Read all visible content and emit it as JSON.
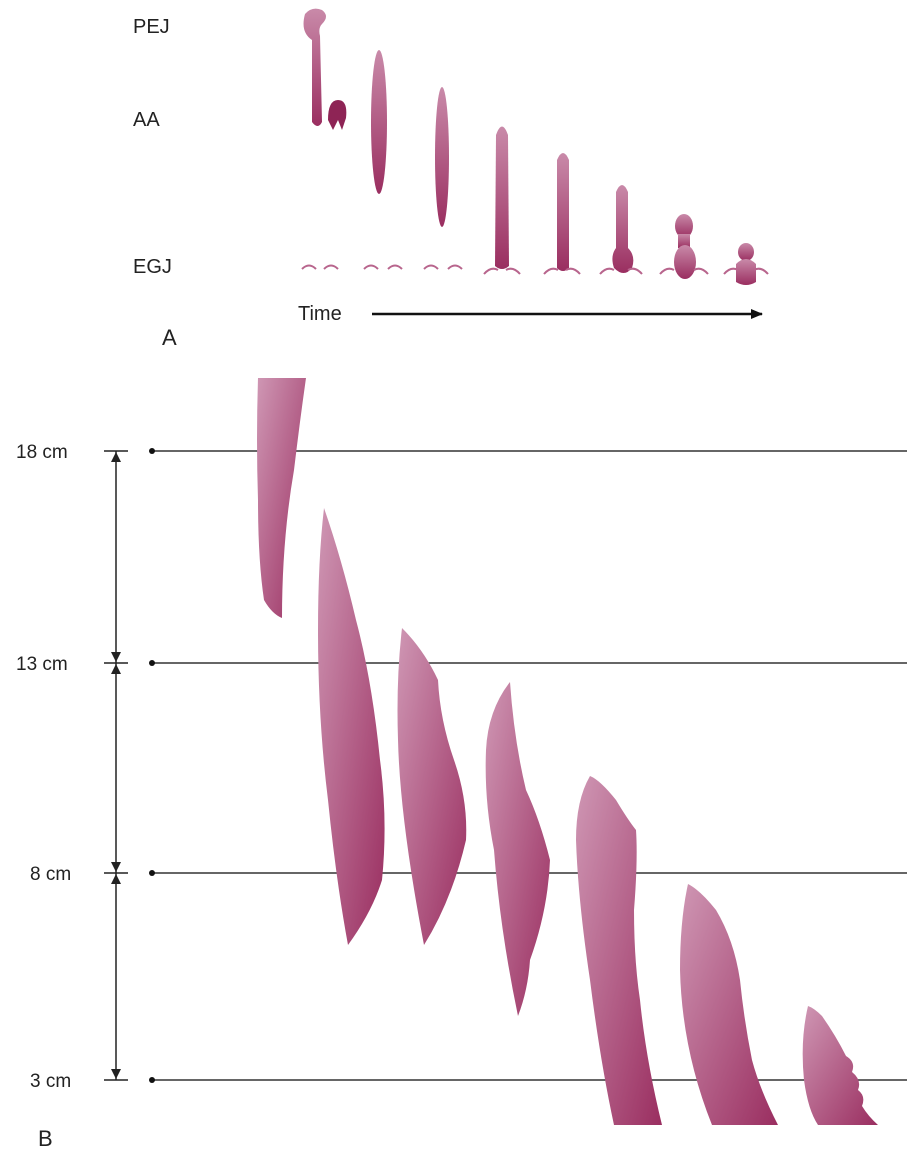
{
  "panel_a": {
    "panel_label": "A",
    "level_labels": {
      "top": "PEJ",
      "middle": "AA",
      "bottom": "EGJ"
    },
    "time_label": "Time",
    "contraction_count": 8
  },
  "panel_b": {
    "panel_label": "B",
    "depth_labels": [
      "18 cm",
      "13 cm",
      "8 cm",
      "3 cm"
    ],
    "contraction_count": 7
  },
  "colors": {
    "contraction_light": "#c98aa9",
    "contraction_dark": "#9a2e60",
    "line": "#222222"
  }
}
